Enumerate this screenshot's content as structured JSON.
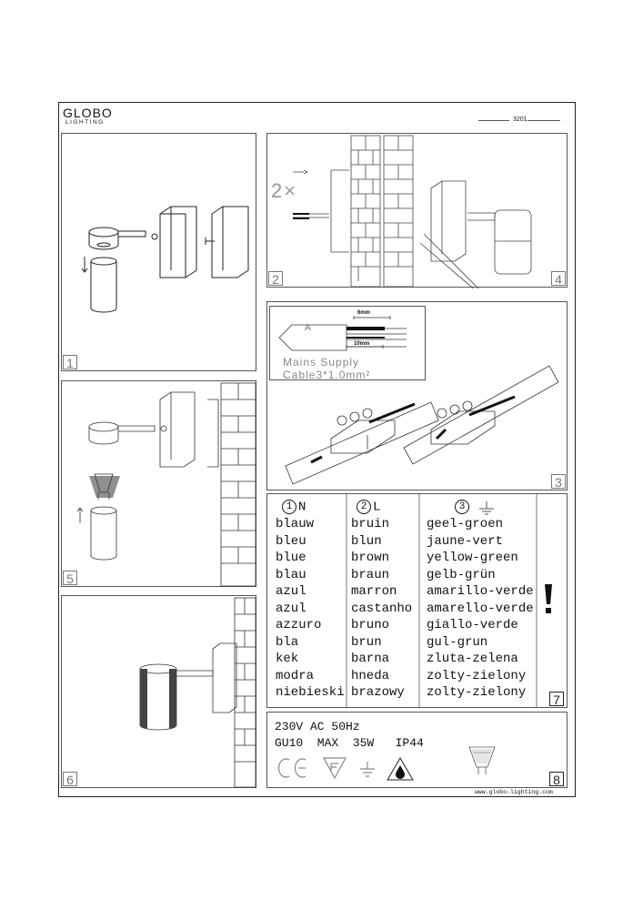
{
  "header": {
    "brand": "GLOBO",
    "brand_sub": "LIGHTING",
    "model": "3201"
  },
  "steps": {
    "s1": "1",
    "s2": "2",
    "s3": "3",
    "s4": "4",
    "s5": "5",
    "s6": "6",
    "s7": "7",
    "s8": "8"
  },
  "step2": {
    "multiplier": "2×"
  },
  "step3": {
    "strip_label": "A",
    "strip_6": "6mm",
    "strip_10": "10mm",
    "mains_line1": "Mains Supply",
    "mains_line2": "Cable3*1.0mm²"
  },
  "wires": {
    "headers": [
      {
        "num": "1",
        "label": "N"
      },
      {
        "num": "2",
        "label": "L"
      },
      {
        "num": "3",
        "label": ""
      }
    ],
    "neutral": [
      "blauw",
      "bleu",
      "blue",
      "blau",
      "azul",
      "azul",
      "azzuro",
      "bla",
      "kek",
      "modra",
      "niebieski"
    ],
    "live": [
      "bruin",
      "blun",
      "brown",
      "braun",
      "marron",
      "castanho",
      "bruno",
      "brun",
      "barna",
      "hneda",
      "brazowy"
    ],
    "earth": [
      "geel-groen",
      "jaune-vert",
      "yellow-green",
      "gelb-grün",
      "amarillo-verde",
      "amarello-verde",
      "giallo-verde",
      "gul-grun",
      "zluta-zelena",
      "zolty-zielony",
      "zolty-zielony"
    ]
  },
  "specs": {
    "line1": "230V AC 50Hz",
    "line2": "GU10  MAX  35W   IP44"
  },
  "footer": {
    "url": "www.globo-lighting.com"
  }
}
